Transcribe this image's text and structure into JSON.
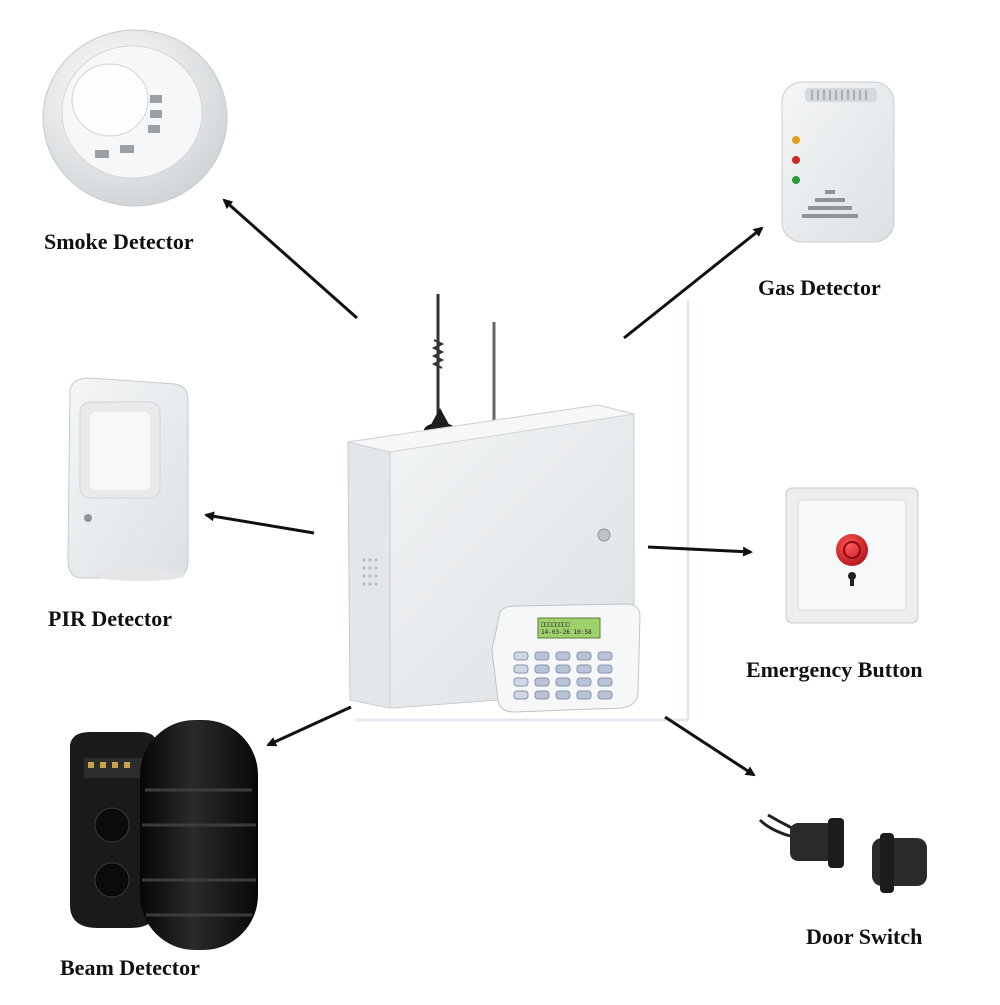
{
  "diagram": {
    "labels": {
      "smoke": "Smoke Detector",
      "gas": "Gas Detector",
      "pir": "PIR Detector",
      "emergency": "Emergency Button",
      "beam": "Beam Detector",
      "door": "Door Switch"
    },
    "keypad": {
      "lcd_line1": "□□□□□□□□",
      "lcd_line2": "14-03-26  10:58"
    },
    "colors": {
      "panel": "#eef0f2",
      "arrow": "#111111",
      "emergency_red": "#d8202a",
      "beam_black": "#151515",
      "lcd_green": "#9fd06a"
    }
  }
}
